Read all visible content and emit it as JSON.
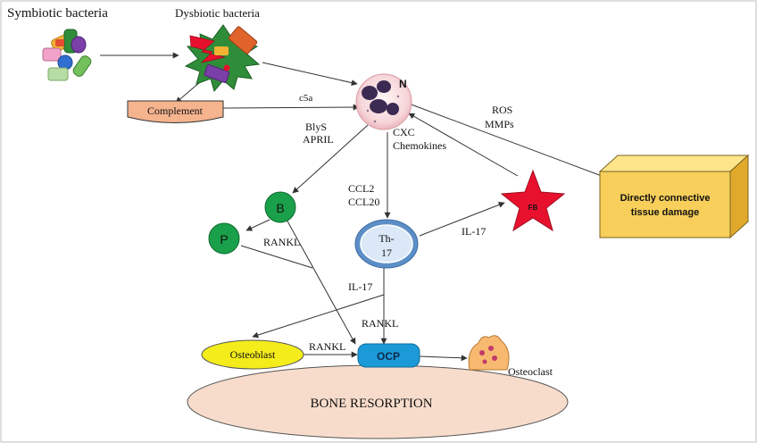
{
  "nodes": {
    "symbiotic": {
      "label": "Symbiotic bacteria"
    },
    "dysbiotic": {
      "label": "Dysbiotic bacteria"
    },
    "complement": {
      "label": "Complement"
    },
    "neutrophil": {
      "label": "N"
    },
    "tissue_damage": {
      "line1": "Directly connective",
      "line2": "tissue damage"
    },
    "b_cell": {
      "label": "B"
    },
    "p_cell": {
      "label": "P"
    },
    "fb": {
      "label": "FB"
    },
    "th17": {
      "line1": "Th-",
      "line2": "17"
    },
    "osteoblast": {
      "label": "Osteoblast"
    },
    "ocp": {
      "label": "OCP"
    },
    "osteoclast": {
      "label": "Osteoclast"
    },
    "bone": {
      "label": "BONE RESORPTION"
    }
  },
  "edge_labels": {
    "c5a": "c5a",
    "blys": "BlyS",
    "april": "APRIL",
    "cxc": "CXC",
    "chemokines": "Chemokines",
    "ros": "ROS",
    "mmps": "MMPs",
    "ccl2": "CCL2",
    "ccl20": "CCL20",
    "il17_fb": "IL-17",
    "rankl_p": "RANKL",
    "il17_th": "IL-17",
    "rankl_th": "RANKL",
    "rankl_ob": "RANKL"
  },
  "colors": {
    "complement_fill": "#f5b48e",
    "tissue_front": "#f7cf5a",
    "tissue_top": "#ffe58a",
    "tissue_side": "#e0a92c",
    "cell_green": "#1aa04a",
    "star_red": "#e8112d",
    "th17_fill": "#dbe8f7",
    "th17_ring": "#5d8fc7",
    "osteoblast_fill": "#f4ec1b",
    "ocp_fill": "#1c9ad8",
    "bone_fill": "#f8dccb",
    "osteoclast_fill": "#f7b96f",
    "dysbiotic_fill": "#2f8d3a"
  }
}
